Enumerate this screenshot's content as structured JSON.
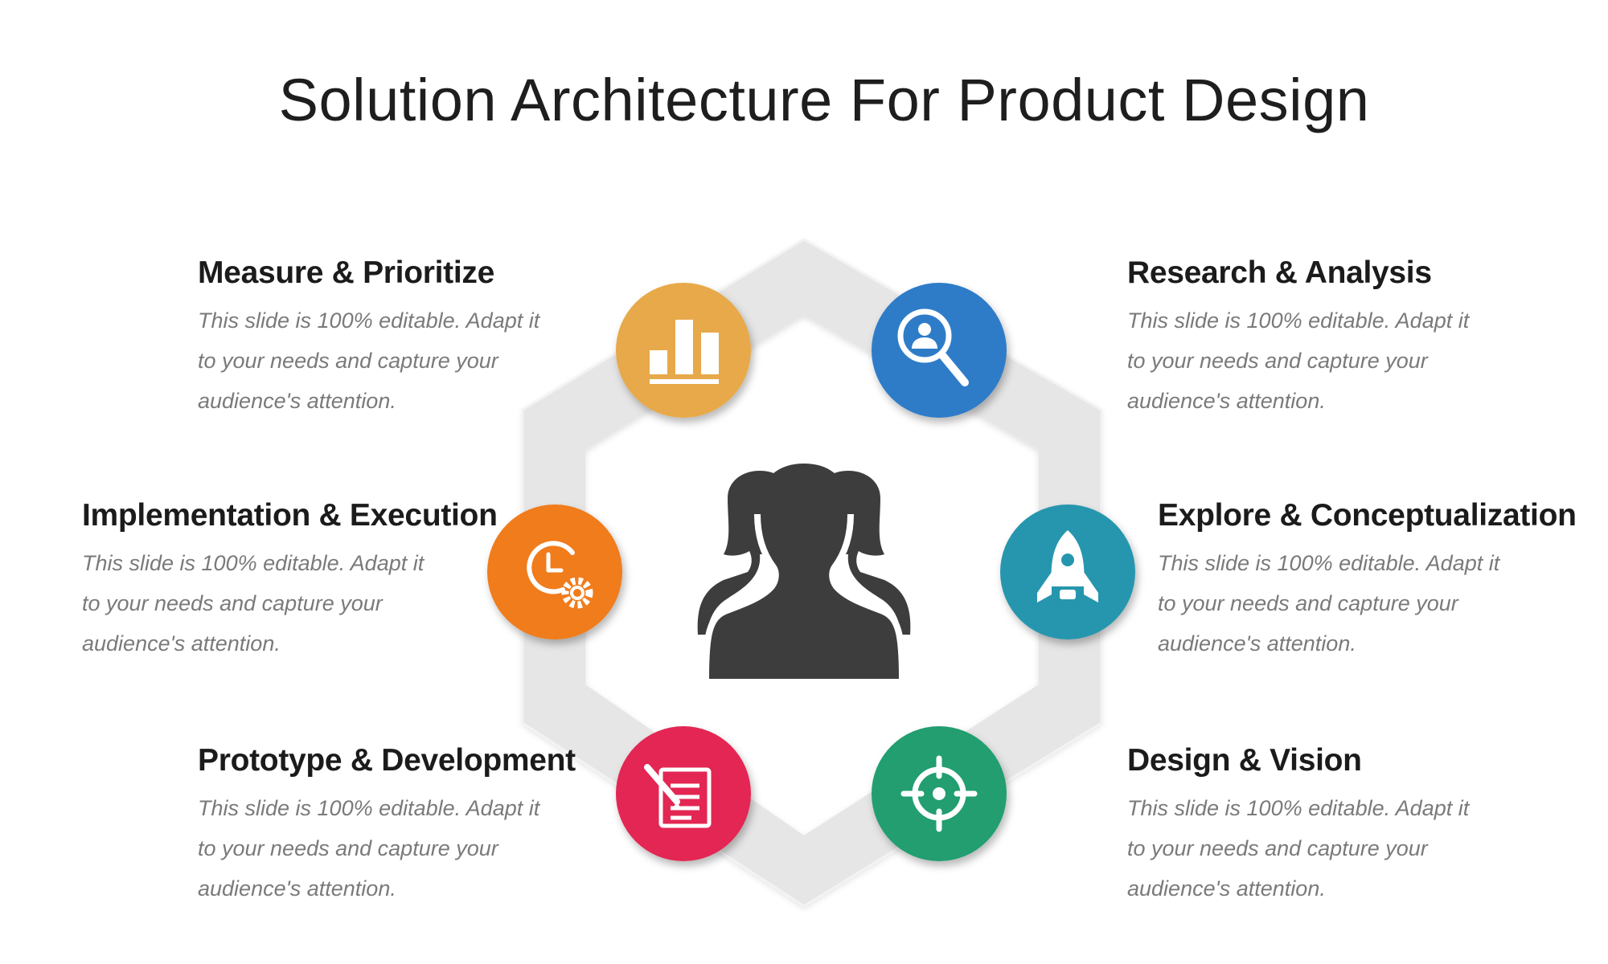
{
  "title": "Solution Architecture For Product Design",
  "items": [
    {
      "heading": "Measure & Prioritize",
      "body": "This slide is 100% editable. Adapt it to your needs and capture your audience's attention.",
      "color": "#E7A94A",
      "icon": "bar-chart-icon"
    },
    {
      "heading": "Research & Analysis",
      "body": "This slide is 100% editable. Adapt it to your needs and capture your audience's attention.",
      "color": "#2F7BC8",
      "icon": "magnifier-person-icon"
    },
    {
      "heading": "Implementation & Execution",
      "body": "This slide is 100% editable. Adapt it to your needs and capture your audience's attention.",
      "color": "#F07B1B",
      "icon": "clock-gear-icon"
    },
    {
      "heading": "Explore & Conceptualization",
      "body": "This slide is 100% editable. Adapt it to your needs and capture your audience's attention.",
      "color": "#2596AE",
      "icon": "rocket-icon"
    },
    {
      "heading": "Prototype & Development",
      "body": "This slide is 100% editable. Adapt it to your needs and capture your audience's attention.",
      "color": "#E32653",
      "icon": "notepad-pen-icon"
    },
    {
      "heading": "Design & Vision",
      "body": "This slide is 100% editable. Adapt it to your needs and capture your audience's attention.",
      "color": "#239E71",
      "icon": "target-icon"
    }
  ],
  "center_icon": "team-people-icon",
  "colors": {
    "hexagon": "#E6E6E6",
    "people": "#3D3D3D",
    "title": "#1E1E1E",
    "body_text": "#7A7A7A"
  }
}
